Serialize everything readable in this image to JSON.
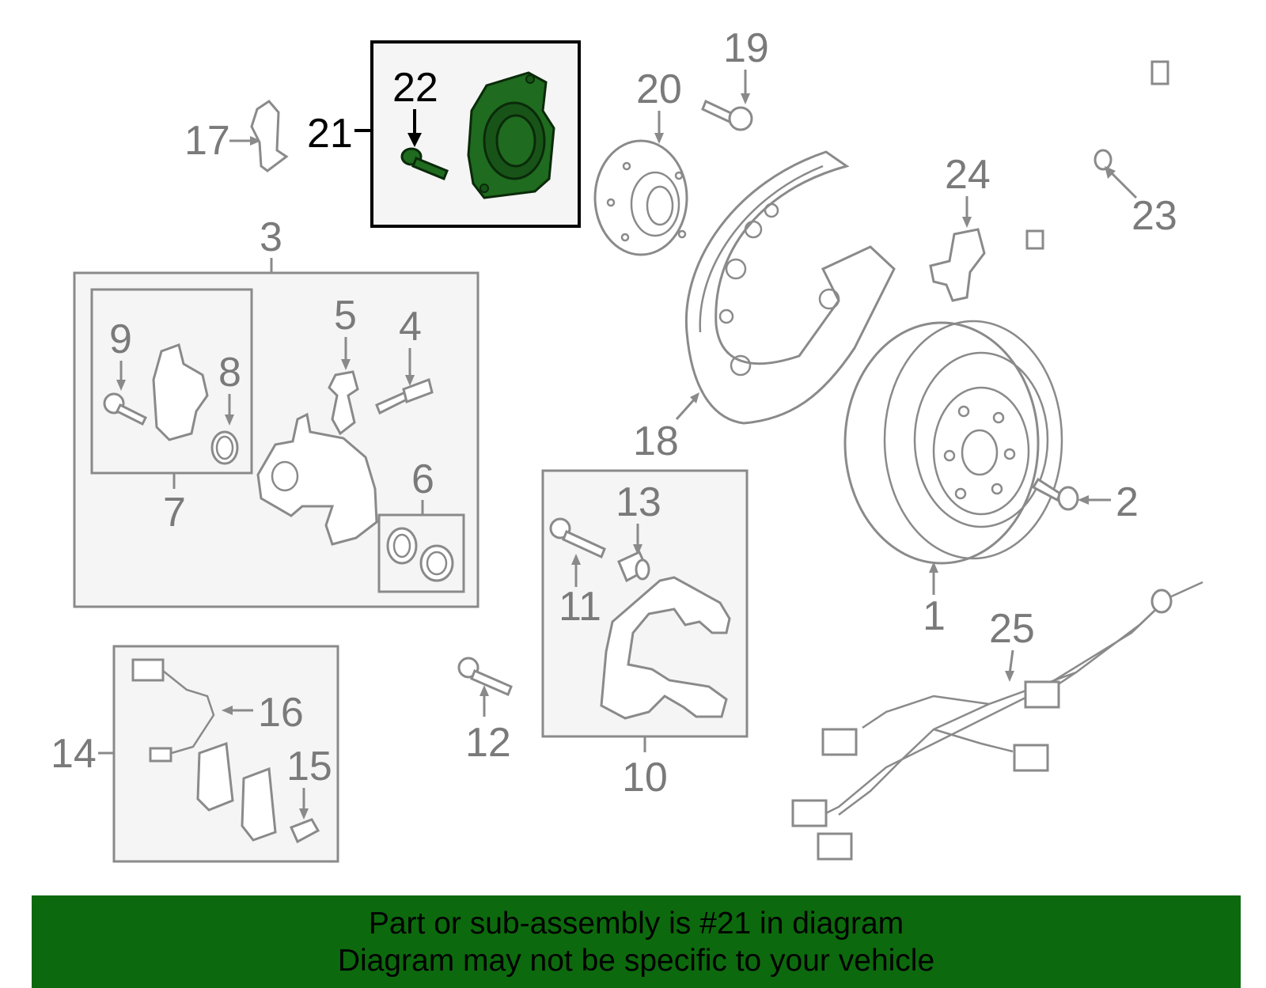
{
  "callouts": {
    "c1": "1",
    "c2": "2",
    "c3": "3",
    "c4": "4",
    "c5": "5",
    "c6": "6",
    "c7": "7",
    "c8": "8",
    "c9": "9",
    "c10": "10",
    "c11": "11",
    "c12": "12",
    "c13": "13",
    "c14": "14",
    "c15": "15",
    "c16": "16",
    "c17": "17",
    "c18": "18",
    "c19": "19",
    "c20": "20",
    "c21": "21",
    "c22": "22",
    "c23": "23",
    "c24": "24",
    "c25": "25"
  },
  "highlight": {
    "part_number": "21",
    "color": "#1f6b1f"
  },
  "banner": {
    "line1": "Part or sub-assembly is #21 in diagram",
    "line2": "Diagram may not be specific to your vehicle",
    "color": "#0d690d"
  }
}
